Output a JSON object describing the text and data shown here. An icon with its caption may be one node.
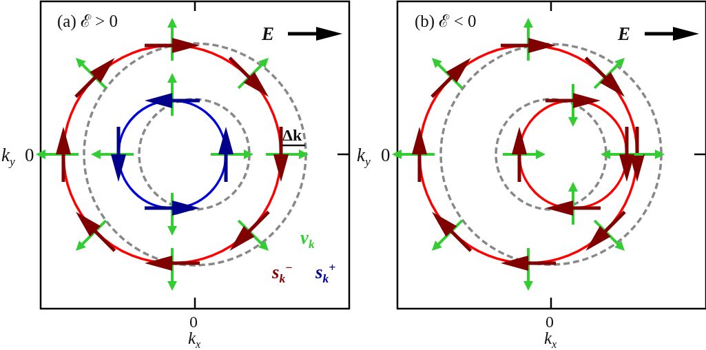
{
  "diagram": {
    "labels": [
      "(a) ℰ > 0",
      "E",
      "Δk",
      "k$_{y}$",
      "0",
      "v$_{k}$",
      "s$_{k}$$^{−}$",
      "s$_{k}$$^{+}$",
      "0",
      "k$_{x}$",
      "(b) ℰ < 0",
      "E",
      "k$_{y}$",
      "0",
      "0",
      "k$_{x}$"
    ]
  }
}
